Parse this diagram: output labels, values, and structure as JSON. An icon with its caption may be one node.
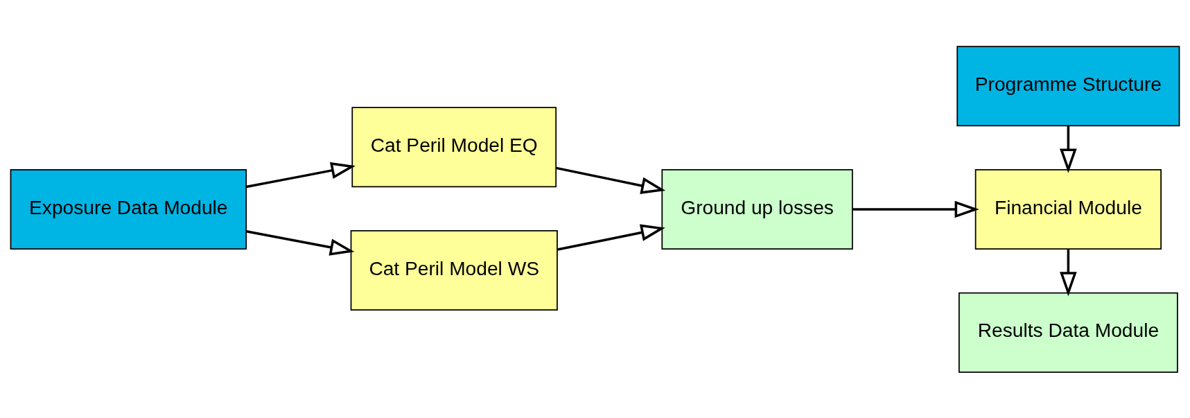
{
  "diagram": {
    "nodes": [
      {
        "text": [
          "Exposure Data Module"
        ]
      },
      {
        "text": [
          "Cat Peril Model EQ"
        ]
      },
      {
        "text": [
          "Cat Peril Model WS"
        ]
      },
      {
        "text": [
          "Ground up losses"
        ]
      },
      {
        "text": [
          "Programme Structure"
        ]
      },
      {
        "text": [
          "Financial Module"
        ]
      },
      {
        "text": [
          "Results Data Module"
        ]
      }
    ],
    "edges": [
      {
        "from": 0,
        "to": 1,
        "arrow": "to"
      },
      {
        "from": 0,
        "to": 2,
        "arrow": "to"
      },
      {
        "from": 1,
        "to": 3,
        "arrow": "to"
      },
      {
        "from": 2,
        "to": 3,
        "arrow": "to"
      },
      {
        "from": 3,
        "to": 5,
        "arrow": "to"
      },
      {
        "from": 4,
        "to": 5,
        "arrow": "to"
      },
      {
        "from": 5,
        "to": 6,
        "arrow": "to"
      }
    ]
  }
}
